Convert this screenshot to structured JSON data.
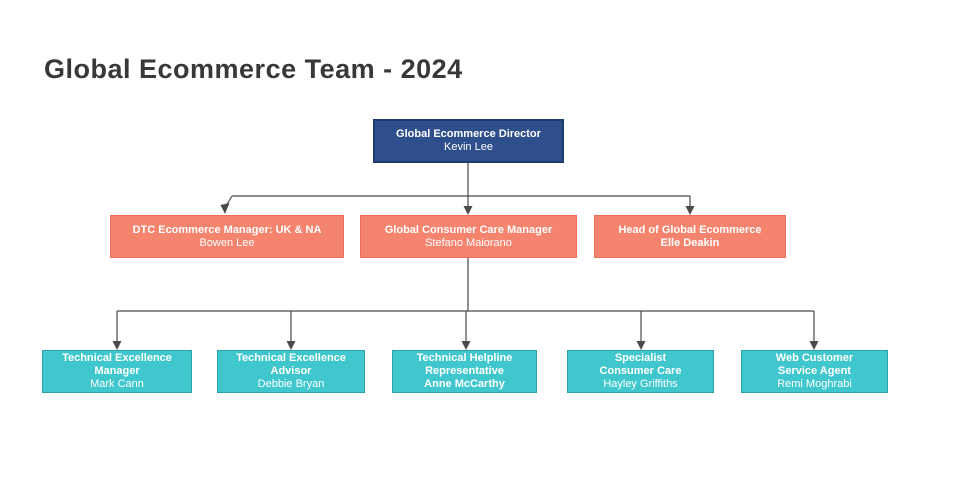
{
  "title": "Global Ecommerce Team - 2024",
  "org": {
    "director": {
      "role": "Global Ecommerce Director",
      "name": "Kevin Lee"
    },
    "managers": [
      {
        "role": "DTC Ecommerce Manager: UK & NA",
        "name": "Bowen Lee"
      },
      {
        "role": "Global Consumer Care Manager",
        "name": "Stefano Maiorano"
      },
      {
        "role": "Head of Global Ecommerce",
        "name": "Elle Deakin"
      }
    ],
    "team": [
      {
        "role": "Technical Excellence\nManager",
        "name": "Mark Cann"
      },
      {
        "role": "Technical Excellence\nAdvisor",
        "name": "Debbie Bryan"
      },
      {
        "role": "Technical Helpline\nRepresentative",
        "name": "Anne McCarthy"
      },
      {
        "role": "Specialist\nConsumer Care",
        "name": "Hayley Griffiths"
      },
      {
        "role": "Web Customer\nService Agent",
        "name": "Remi Moghrabi"
      }
    ]
  },
  "colors": {
    "title_color": "#383838",
    "director_fill": "#2F4F8C",
    "director_border": "#1D3C6E",
    "manager_fill": "#F5846F",
    "manager_border": "#EC6E58",
    "team_fill": "#40C7CE",
    "team_border": "#2BA2AA",
    "connector": "#4A4A4A"
  }
}
